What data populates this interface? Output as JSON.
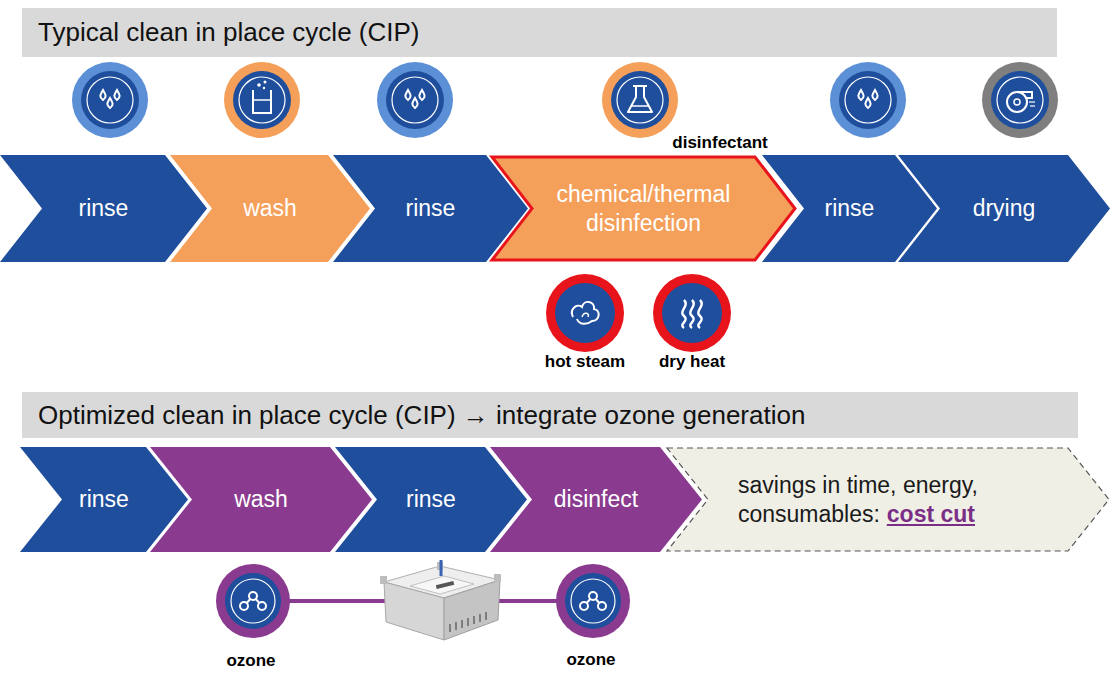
{
  "diagram": {
    "nodes": [
      {
        "text": [
          "Typical clean in place cycle (CIP)"
        ]
      },
      {
        "text": [
          "rinse"
        ]
      },
      {
        "text": [
          "wash"
        ]
      },
      {
        "text": [
          "rinse"
        ]
      },
      {
        "text": [
          "chemical/thermal disinfection"
        ]
      },
      {
        "text": [
          "rinse"
        ]
      },
      {
        "text": [
          "drying"
        ]
      },
      {
        "text": [
          "Optimized clean in place cycle (CIP) → integrate ozone generation"
        ]
      },
      {
        "text": [
          "rinse"
        ]
      },
      {
        "text": [
          "wash"
        ]
      },
      {
        "text": [
          "rinse"
        ]
      },
      {
        "text": [
          "disinfect"
        ]
      },
      {
        "text": [
          "savings in time, energy, consumables:",
          "cost cut"
        ]
      }
    ],
    "labels": [
      "disinfectant",
      "hot steam",
      "dry heat",
      "ozone",
      "ozone"
    ]
  }
}
